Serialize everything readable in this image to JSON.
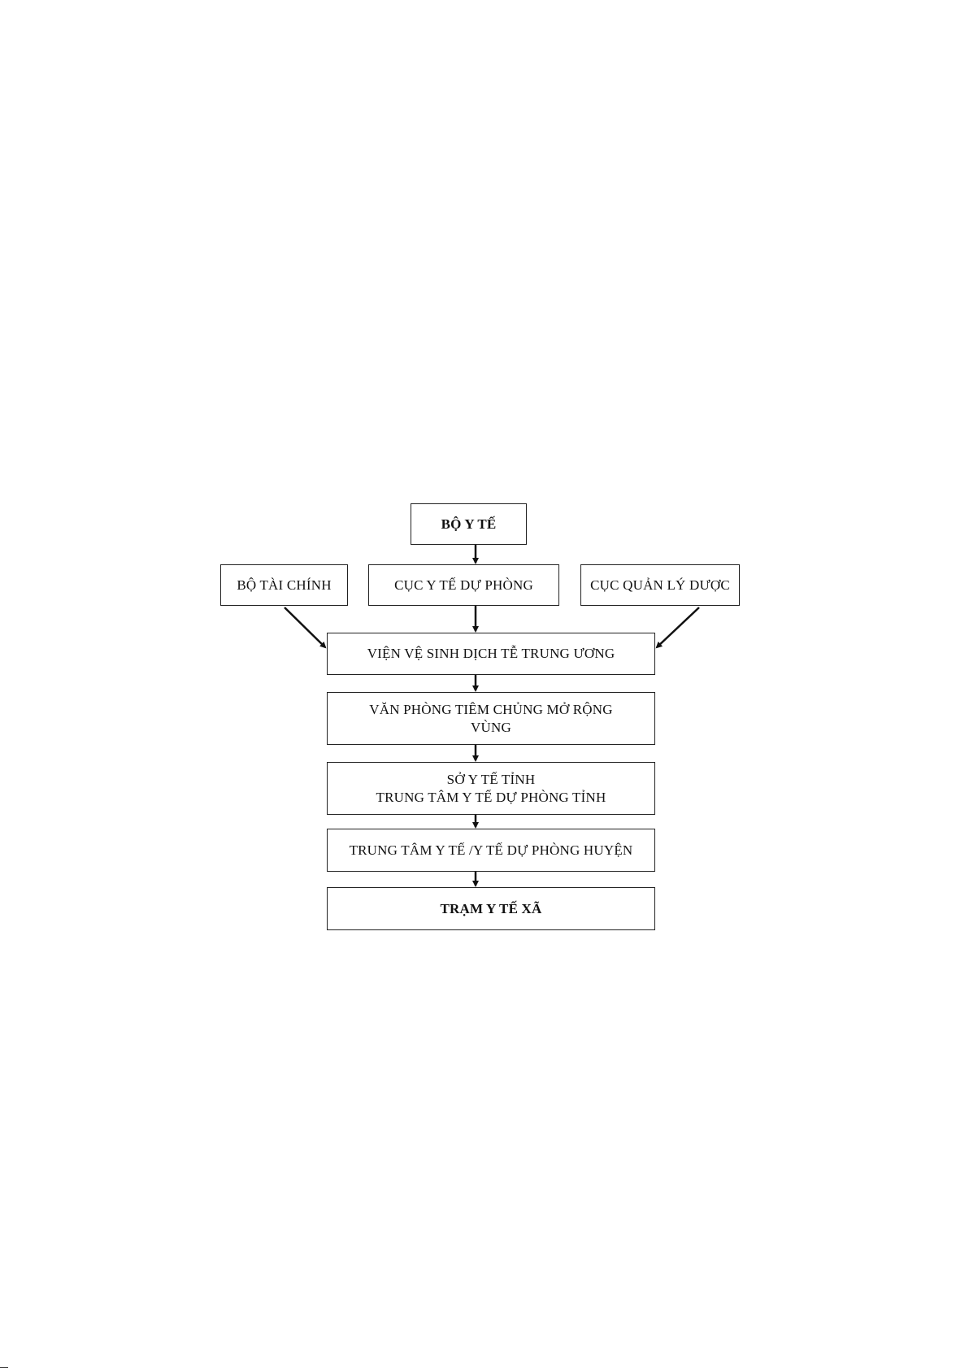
{
  "nodes": {
    "bo_y_te": {
      "lines": [
        "BỘ Y TẾ"
      ]
    },
    "bo_tai_chinh": {
      "lines": [
        "BỘ TÀI CHÍNH"
      ]
    },
    "cuc_y_te_du_phong": {
      "lines": [
        "CỤC Y TẾ DỰ PHÒNG"
      ]
    },
    "cuc_quan_ly_duoc": {
      "lines": [
        "CỤC QUẢN LÝ DƯỢC"
      ]
    },
    "vien_ve_sinh": {
      "lines": [
        "VIỆN VỆ SINH DỊCH TỄ TRUNG ƯƠNG"
      ]
    },
    "van_phong_tcmr": {
      "lines": [
        "VĂN PHÒNG TIÊM CHỦNG MỞ RỘNG",
        "VÙNG"
      ]
    },
    "so_y_te_tinh": {
      "lines": [
        "SỞ Y TẾ TỈNH",
        "TRUNG TÂM Y TẾ DỰ PHÒNG TỈNH"
      ]
    },
    "ttyt_huyen": {
      "lines": [
        "TRUNG TÂM Y TẾ /Y TẾ DỰ PHÒNG HUYỆN"
      ]
    },
    "tram_y_te_xa": {
      "lines": [
        "TRẠM Y TẾ XÃ"
      ]
    }
  },
  "edges": [
    {
      "from": "bo_y_te",
      "to": "cuc_y_te_du_phong"
    },
    {
      "from": "cuc_y_te_du_phong",
      "to": "vien_ve_sinh"
    },
    {
      "from": "bo_tai_chinh",
      "to": "vien_ve_sinh"
    },
    {
      "from": "cuc_quan_ly_duoc",
      "to": "vien_ve_sinh"
    },
    {
      "from": "vien_ve_sinh",
      "to": "van_phong_tcmr"
    },
    {
      "from": "van_phong_tcmr",
      "to": "so_y_te_tinh"
    },
    {
      "from": "so_y_te_tinh",
      "to": "ttyt_huyen"
    },
    {
      "from": "ttyt_huyen",
      "to": "tram_y_te_xa"
    }
  ],
  "colors": {
    "line": "#111111",
    "border": "#222222",
    "background": "#ffffff"
  }
}
